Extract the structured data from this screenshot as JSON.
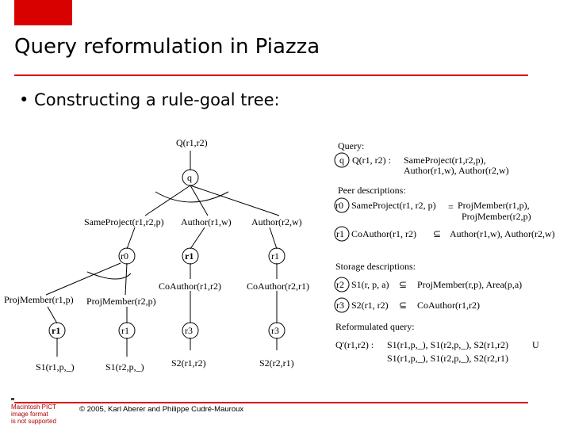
{
  "slide": {
    "title": "Query reformulation in Piazza",
    "bullet": "• Constructing a rule-goal tree:",
    "footer": "© 2005, Karl Aberer and Philippe Cudré-Mauroux",
    "pict_warning": [
      "Macintosh PICT",
      "image format",
      "is not supported"
    ],
    "accent_color": "#d90000"
  },
  "tree": {
    "root_label": "Q(r1,r2)",
    "q_node": "q",
    "level1": [
      "SameProject(r1,r2,p)",
      "Author(r1,w)",
      "Author(r2,w)"
    ],
    "level2_nodes": [
      "r0",
      "r1",
      "r1"
    ],
    "level3": [
      "ProjMember(r1,p)",
      "ProjMember(r2,p)",
      "CoAuthor(r1,r2)",
      "CoAuthor(r2,r1)"
    ],
    "level4_nodes": [
      "r1",
      "r1",
      "r3",
      "r3"
    ],
    "leaves": [
      "S1(r1,p,_)",
      "S1(r2,p,_)",
      "S2(r1,r2)",
      "S2(r2,r1)"
    ]
  },
  "legend": {
    "query_heading": "Query:",
    "query_node": "q",
    "query_head": "Q(r1, r2) :",
    "query_body_1": "SameProject(r1,r2,p),",
    "query_body_2": "Author(r1,w), Author(r2,w)",
    "peer_heading": "Peer descriptions:",
    "r0_node": "r0",
    "r0_head": "SameProject(r1, r2, p)",
    "r0_op": "=",
    "r0_body_1": "ProjMember(r1,p),",
    "r0_body_2": "ProjMember(r2,p)",
    "r1_node": "r1",
    "r1_head": "CoAuthor(r1, r2)",
    "r1_op": "⊆",
    "r1_body": "Author(r1,w), Author(r2,w)",
    "storage_heading": "Storage descriptions:",
    "r2_node": "r2",
    "r2_head": "S1(r, p, a)",
    "r2_op": "⊆",
    "r2_body": "ProjMember(r,p), Area(p,a)",
    "r3_node": "r3",
    "r3_head": "S2(r1, r2)",
    "r3_op": "⊆",
    "r3_body": "CoAuthor(r1,r2)",
    "reform_heading": "Reformulated query:",
    "reform_head": "Q'(r1,r2) :",
    "reform_line1": "S1(r1,p,_), S1(r2,p,_), S2(r1,r2)",
    "reform_union": "U",
    "reform_line2": "S1(r1,p,_), S1(r2,p,_), S2(r2,r1)"
  }
}
